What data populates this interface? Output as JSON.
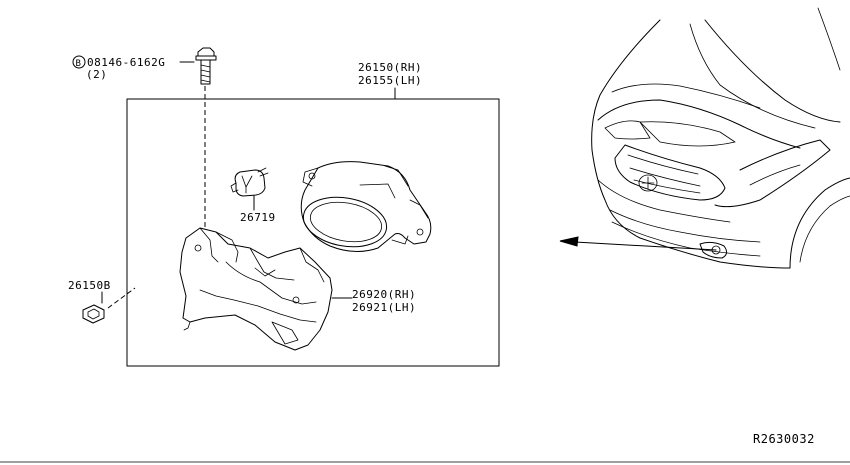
{
  "callouts": {
    "bolt_part_no": "08146-6162G",
    "bolt_qty": "(2)",
    "bolt_prefix": "B",
    "foglamp_rh": "26150(RH)",
    "foglamp_lh": "26155(LH)",
    "bulb": "26719",
    "clip": "26150B",
    "bracket_rh": "26920(RH)",
    "bracket_lh": "26921(LH)"
  },
  "diagram_id": "R2630032"
}
